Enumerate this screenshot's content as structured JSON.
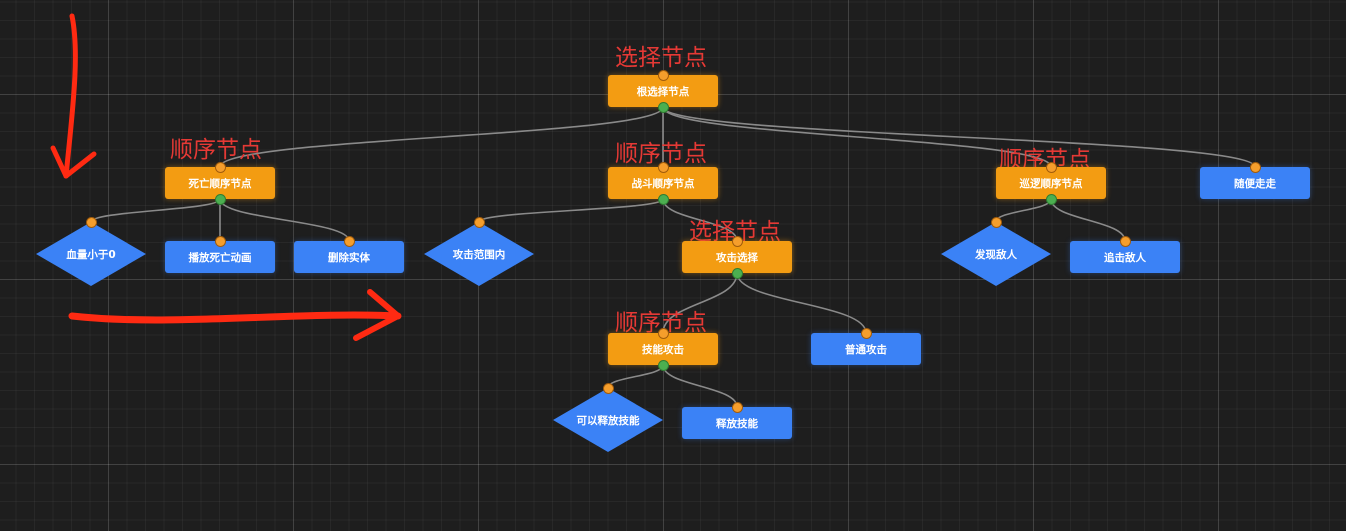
{
  "nodes": [
    {
      "id": "root",
      "label": "根选择节点",
      "kind": "selector"
    },
    {
      "id": "death",
      "label": "死亡顺序节点",
      "kind": "sequence"
    },
    {
      "id": "battle",
      "label": "战斗顺序节点",
      "kind": "sequence"
    },
    {
      "id": "patrol",
      "label": "巡逻顺序节点",
      "kind": "sequence"
    },
    {
      "id": "wander",
      "label": "随便走走",
      "kind": "action"
    },
    {
      "id": "hp",
      "label": "血量小于0",
      "kind": "condition"
    },
    {
      "id": "deathanim",
      "label": "播放死亡动画",
      "kind": "action"
    },
    {
      "id": "remove",
      "label": "删除实体",
      "kind": "action"
    },
    {
      "id": "inrange",
      "label": "攻击范围内",
      "kind": "condition"
    },
    {
      "id": "attacksel",
      "label": "攻击选择",
      "kind": "selector"
    },
    {
      "id": "found",
      "label": "发现敌人",
      "kind": "condition"
    },
    {
      "id": "chase",
      "label": "追击敌人",
      "kind": "action"
    },
    {
      "id": "skillatk",
      "label": "技能攻击",
      "kind": "sequence"
    },
    {
      "id": "normalatk",
      "label": "普通攻击",
      "kind": "action"
    },
    {
      "id": "canskill",
      "label": "可以释放技能",
      "kind": "condition"
    },
    {
      "id": "castskill",
      "label": "释放技能",
      "kind": "action"
    }
  ],
  "edges": [
    [
      "root",
      "death"
    ],
    [
      "root",
      "battle"
    ],
    [
      "root",
      "patrol"
    ],
    [
      "root",
      "wander"
    ],
    [
      "death",
      "hp"
    ],
    [
      "death",
      "deathanim"
    ],
    [
      "death",
      "remove"
    ],
    [
      "battle",
      "inrange"
    ],
    [
      "battle",
      "attacksel"
    ],
    [
      "patrol",
      "found"
    ],
    [
      "patrol",
      "chase"
    ],
    [
      "attacksel",
      "skillatk"
    ],
    [
      "attacksel",
      "normalatk"
    ],
    [
      "skillatk",
      "canskill"
    ],
    [
      "skillatk",
      "castskill"
    ]
  ],
  "annotations": {
    "root_type": "选择节点",
    "death_type": "顺序节点",
    "battle_type": "顺序节点",
    "patrol_type": "顺序节点",
    "attacksel_type": "选择节点",
    "skillatk_type": "顺序节点"
  },
  "colors": {
    "background": "#1e1e1e",
    "composite": "#f39c12",
    "leaf": "#3b82f6",
    "annotation": "#e53935",
    "strokes": "#ff2a12",
    "edge": "#8a8a8a"
  }
}
